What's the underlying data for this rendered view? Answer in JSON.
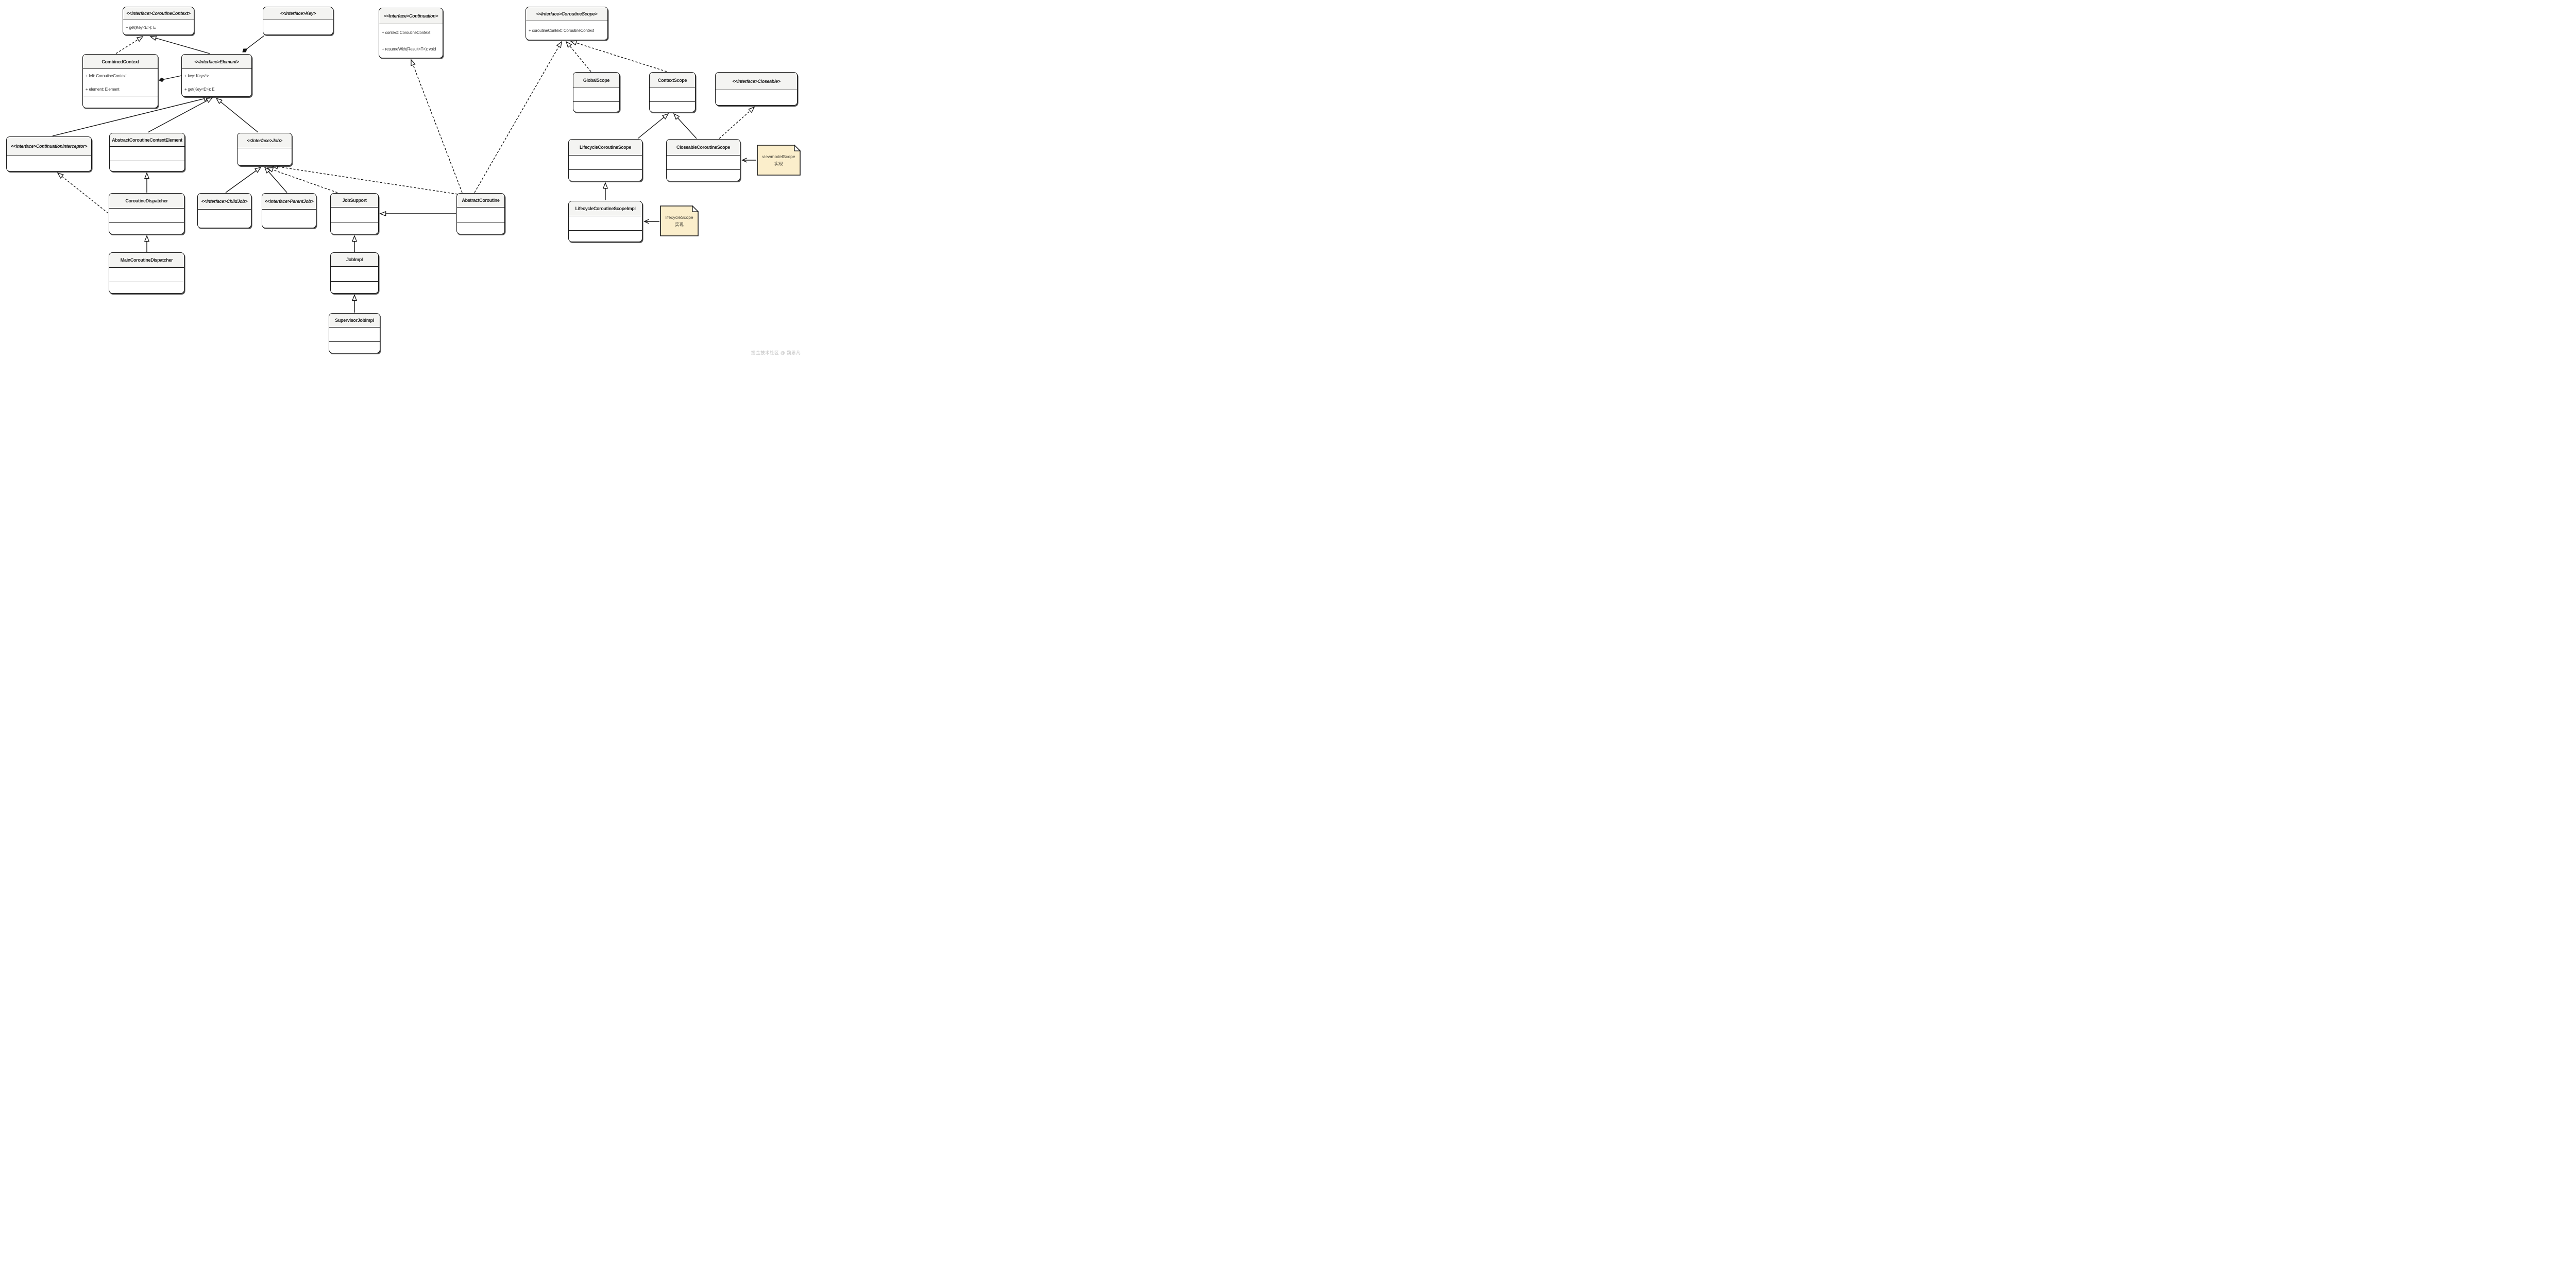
{
  "diagram": {
    "watermark": "掘金技术社区 @ 魏思凡"
  },
  "classes": {
    "coroutine_context": {
      "title": "<<Interface>CoroutineContext>",
      "attrs": [
        "+ get(Key<E>): E"
      ]
    },
    "key": {
      "title": "<<Interface>Key>"
    },
    "continuation": {
      "title": "<<Interface>Continuation>",
      "attrs": [
        "+ context: CoroutineContext",
        "+ resumeWith(Result<T>): void"
      ]
    },
    "coroutine_scope": {
      "title": "<<Interface>CoroutineScope>",
      "attrs": [
        "+ coroutineContext: CoroutineContext"
      ]
    },
    "combined_context": {
      "title": "CombinedContext",
      "attrs": [
        "+ left: CoroutineContext",
        "+ element: Element"
      ]
    },
    "element": {
      "title": "<<Interface>Element>",
      "attrs": [
        "+ key: Key<*>",
        "+ get(Key<E>): E"
      ]
    },
    "global_scope": {
      "title": "GlobalScope"
    },
    "context_scope": {
      "title": "ContextScope"
    },
    "closeable": {
      "title": "<<Interface>Closeable>"
    },
    "continuation_interceptor": {
      "title": "<<Interface>ContinuationInterceptor>"
    },
    "abstract_coroutine_context_element": {
      "title": "AbstractCoroutineContextElement"
    },
    "job": {
      "title": "<<Interface>Job>"
    },
    "lifecycle_coroutine_scope": {
      "title": "LifecycleCoroutineScope"
    },
    "closeable_coroutine_scope": {
      "title": "CloseableCoroutineScope"
    },
    "coroutine_dispatcher": {
      "title": "CoroutineDispatcher"
    },
    "child_job": {
      "title": "<<Interface>ChildJob>"
    },
    "parent_job": {
      "title": "<<Interface>ParentJob>"
    },
    "job_support": {
      "title": "JobSupport"
    },
    "abstract_coroutine": {
      "title": "AbstractCoroutine"
    },
    "lifecycle_coroutine_scope_impl": {
      "title": "LifecycleCoroutineScopeImpl"
    },
    "main_coroutine_dispatcher": {
      "title": "MainCoroutineDispatcher"
    },
    "job_impl": {
      "title": "JobImpl"
    },
    "supervisor_job_impl": {
      "title": "SupervisorJobImpl"
    }
  },
  "notes": {
    "viewmodel": {
      "line1": "viewmodelScope",
      "line2": "实现"
    },
    "lifecycle": {
      "line1": "lifecycleScope",
      "line2": "实现"
    }
  },
  "colors": {
    "note_fill": "#fbeecb",
    "header_fill": "#f4f4f2",
    "line": "#161616"
  }
}
